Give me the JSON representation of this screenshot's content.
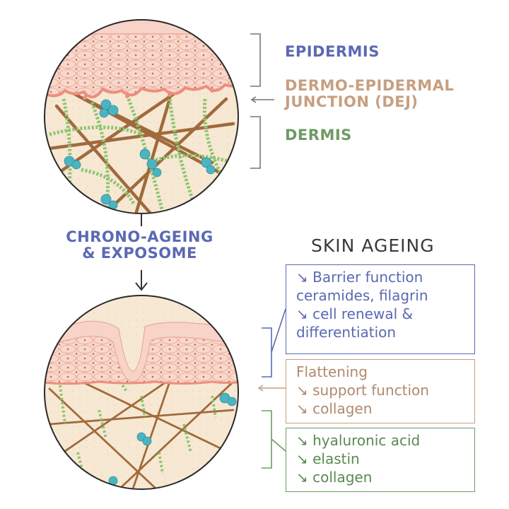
{
  "labels": {
    "epidermis": "EPIDERMIS",
    "dej_line1": "DERMO-EPIDERMAL",
    "dej_line2": "JUNCTION (DEJ)",
    "dermis": "DERMIS",
    "process_line1": "CHRONO-AGEING",
    "process_line2": "& EXPOSOME",
    "section_title": "SKIN AGEING"
  },
  "boxes": {
    "epidermis": [
      "↘ Barrier function",
      "ceramides, filagrin",
      "↘ cell renewal &",
      "differentiation"
    ],
    "dej": [
      "Flattening",
      "↘ support function",
      "↘ collagen"
    ],
    "dermis": [
      "↘ hyaluronic acid",
      "↘ elastin",
      "↘ collagen"
    ]
  },
  "colors": {
    "epidermis": "#5b69b3",
    "dej": "#c79f80",
    "dermis": "#6e9a64",
    "skin_cells": "#f6cbbd",
    "cell_outline": "#e7a596",
    "elastin_fiber": "#8cc56f",
    "collagen_fiber": "#a06a3c",
    "hyaluronic_cluster": "#4ab5c2"
  }
}
